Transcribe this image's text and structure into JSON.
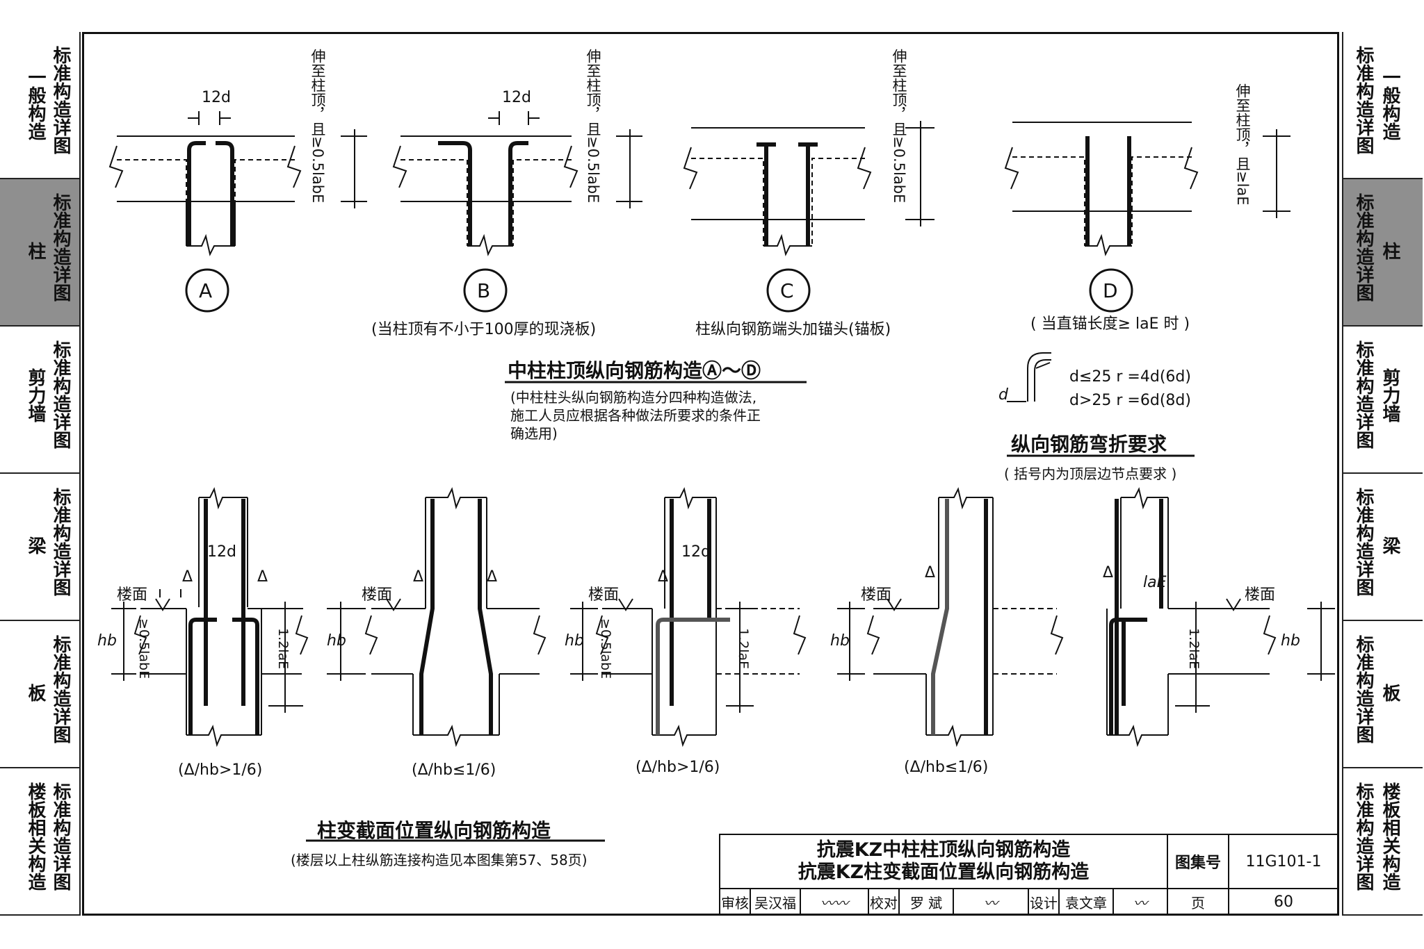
{
  "left_tabs": [
    {
      "col1": "一般构造",
      "col2": "标准构造详图"
    },
    {
      "col1": "柱",
      "col2": "标准构造详图"
    },
    {
      "col1": "剪力墙",
      "col2": "标准构造详图"
    },
    {
      "col1": "梁",
      "col2": "标准构造详图"
    },
    {
      "col1": "板",
      "col2": "标准构造详图"
    },
    {
      "col1": "楼板相关构造",
      "col2": "标准构造详图"
    }
  ],
  "right_tabs": [
    {
      "col1": "标准构造详图",
      "col2": "一般构造"
    },
    {
      "col1": "标准构造详图",
      "col2": "柱"
    },
    {
      "col1": "标准构造详图",
      "col2": "剪力墙"
    },
    {
      "col1": "标准构造详图",
      "col2": "梁"
    },
    {
      "col1": "标准构造详图",
      "col2": "板"
    },
    {
      "col1": "标准构造详图",
      "col2": "楼板相关构造"
    }
  ],
  "active_tab_index": 1,
  "top_details": {
    "dim_12d": "12d",
    "anchor_label": "伸至柱顶，且≥0.5labE",
    "anchor_label_d": "伸至柱顶，且≥laE",
    "circles": [
      "A",
      "B",
      "C",
      "D"
    ],
    "caption_b": "(当柱顶有不小于100厚的现浇板)",
    "caption_c": "柱纵向钢筋端头加锚头(锚板)",
    "caption_d": "( 当直锚长度≥ laE 时 )"
  },
  "section_top": {
    "title": "中柱柱顶纵向钢筋构造Ⓐ～Ⓓ",
    "note_line1": "(中柱柱头纵向钢筋构造分四种构造做法,",
    "note_line2": "施工人员应根据各种做法所要求的条件正",
    "note_line3": "确选用)"
  },
  "bend": {
    "line1": "d≤25   r =4d(6d)",
    "line2": "d>25   r =6d(8d)",
    "d_label": "d",
    "title": "纵向钢筋弯折要求",
    "note": "( 括号内为顶层边节点要求 )"
  },
  "bottom_details": {
    "floor_label": "楼面",
    "delta": "Δ",
    "hb": "hb",
    "dim_12d": "12d",
    "lae": "laE",
    "dim_05labe": "≥0.5labE",
    "dim_12lae": "1.2laE",
    "captions": [
      "(Δ/hb>1/6)",
      "(Δ/hb≤1/6)",
      "(Δ/hb>1/6)",
      "(Δ/hb≤1/6)"
    ]
  },
  "section_bottom": {
    "title": "柱变截面位置纵向钢筋构造",
    "note": "(楼层以上柱纵筋连接构造见本图集第57、58页)"
  },
  "title_block": {
    "title_line1": "抗震KZ中柱柱顶纵向钢筋构造",
    "title_line2": "抗震KZ柱变截面位置纵向钢筋构造",
    "atlas_label": "图集号",
    "atlas_no": "11G101-1",
    "review_label": "审核",
    "reviewer": "吴汉福",
    "check_label": "校对",
    "checker": "罗  斌",
    "design_label": "设计",
    "designer": "袁文章",
    "page_label": "页",
    "page_no": "60"
  }
}
